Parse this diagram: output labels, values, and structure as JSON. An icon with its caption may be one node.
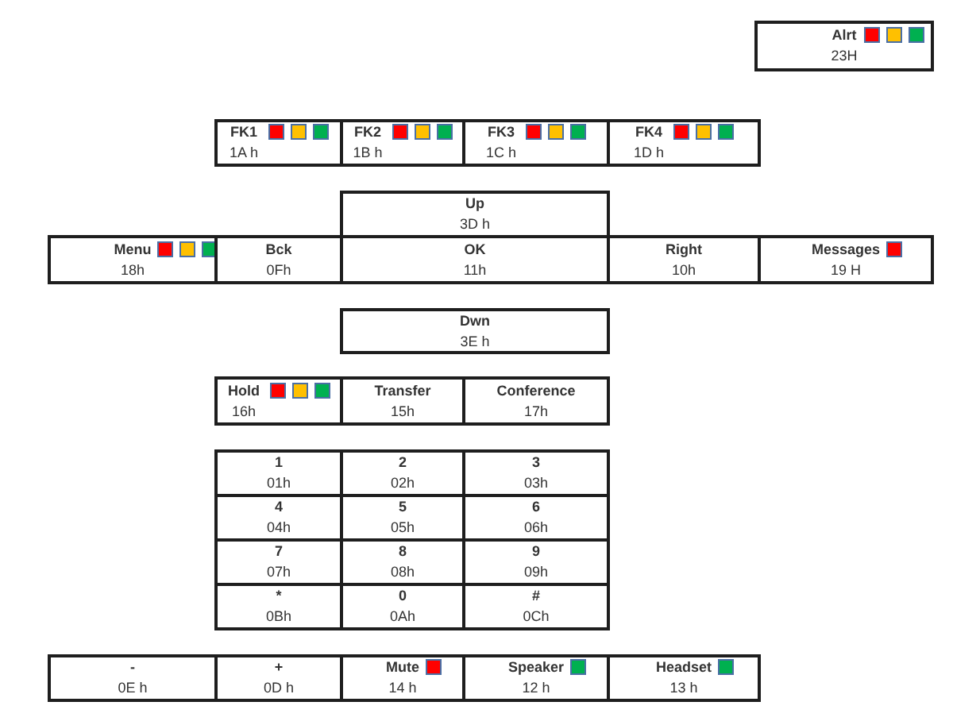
{
  "diagram": {
    "nodes": [
      {
        "text": [
          "Alrt",
          "23H"
        ]
      },
      {
        "text": [],
        "shape": "box",
        "in": 0
      },
      {
        "text": [],
        "shape": "box",
        "in": 0
      },
      {
        "text": [],
        "shape": "box",
        "in": 0
      },
      {
        "text": [
          "FK1",
          "1A h"
        ]
      },
      {
        "text": [],
        "shape": "box",
        "in": 4
      },
      {
        "text": [],
        "shape": "box",
        "in": 4
      },
      {
        "text": [],
        "shape": "box",
        "in": 4
      },
      {
        "text": [
          "FK2",
          "1B h"
        ]
      },
      {
        "text": [],
        "shape": "box",
        "in": 8
      },
      {
        "text": [],
        "shape": "box",
        "in": 8
      },
      {
        "text": [],
        "shape": "box",
        "in": 8
      },
      {
        "text": [
          "FK3",
          "1C h"
        ]
      },
      {
        "text": [],
        "shape": "box",
        "in": 12
      },
      {
        "text": [],
        "shape": "box",
        "in": 12
      },
      {
        "text": [],
        "shape": "box",
        "in": 12
      },
      {
        "text": [
          "FK4",
          "1D h"
        ]
      },
      {
        "text": [],
        "shape": "box",
        "in": 16
      },
      {
        "text": [],
        "shape": "box",
        "in": 16
      },
      {
        "text": [],
        "shape": "box",
        "in": 16
      },
      {
        "text": [
          "Up",
          "3D h"
        ]
      },
      {
        "text": [
          "Menu",
          "18h"
        ]
      },
      {
        "text": [],
        "shape": "box",
        "in": 21
      },
      {
        "text": [],
        "shape": "box",
        "in": 21
      },
      {
        "text": [],
        "shape": "box",
        "in": 21
      },
      {
        "text": [
          "Bck",
          "0Fh"
        ]
      },
      {
        "text": [
          "OK",
          "11h"
        ]
      },
      {
        "text": [
          "Right",
          "10h"
        ]
      },
      {
        "text": [
          "Messages",
          "19 H"
        ]
      },
      {
        "text": [],
        "shape": "box",
        "in": 28
      },
      {
        "text": [
          "Dwn",
          "3E h"
        ]
      },
      {
        "text": [
          "Hold",
          "16h"
        ]
      },
      {
        "text": [],
        "shape": "box",
        "in": 31
      },
      {
        "text": [],
        "shape": "box",
        "in": 31
      },
      {
        "text": [],
        "shape": "box",
        "in": 31
      },
      {
        "text": [
          "Transfer",
          "15h"
        ]
      },
      {
        "text": [
          "Conference",
          "17h"
        ]
      },
      {
        "text": [
          "1",
          "01h"
        ]
      },
      {
        "text": [
          "2",
          "02h"
        ]
      },
      {
        "text": [
          "3",
          "03h"
        ]
      },
      {
        "text": [
          "4",
          "04h"
        ]
      },
      {
        "text": [
          "5",
          "05h"
        ]
      },
      {
        "text": [
          "6",
          "06h"
        ]
      },
      {
        "text": [
          "7",
          "07h"
        ]
      },
      {
        "text": [
          "8",
          "08h"
        ]
      },
      {
        "text": [
          "9",
          "09h"
        ]
      },
      {
        "text": [
          "*",
          "0Bh"
        ]
      },
      {
        "text": [
          "0",
          "0Ah"
        ]
      },
      {
        "text": [
          "#",
          "0Ch"
        ]
      },
      {
        "text": [
          "-",
          "0E h"
        ]
      },
      {
        "text": [
          "+",
          "0D h"
        ]
      },
      {
        "text": [
          "Mute",
          "14 h"
        ]
      },
      {
        "text": [],
        "shape": "box",
        "in": 51
      },
      {
        "text": [
          "Speaker",
          "12 h"
        ]
      },
      {
        "text": [],
        "shape": "box",
        "in": 53
      },
      {
        "text": [
          "Headset",
          "13 h"
        ]
      },
      {
        "text": [],
        "shape": "box",
        "in": 55
      }
    ]
  }
}
